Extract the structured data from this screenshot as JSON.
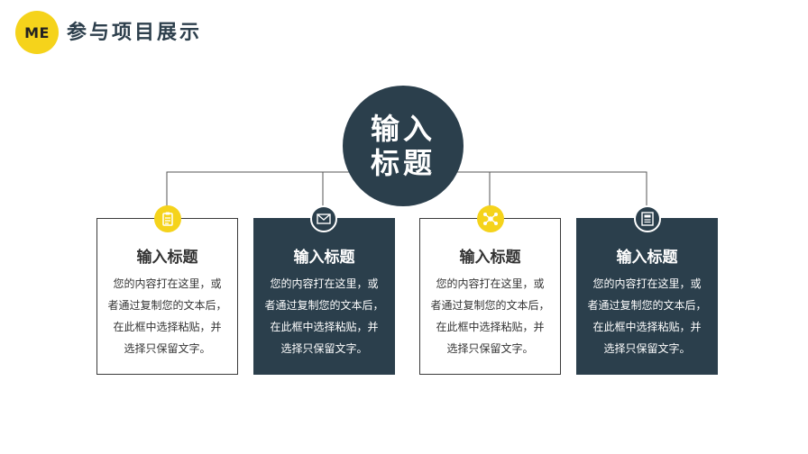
{
  "header": {
    "logo_text": "ME",
    "title": "参与项目展示"
  },
  "center": {
    "line1": "输入",
    "line2": "标题"
  },
  "cards": [
    {
      "title": "输入标题",
      "body": "您的内容打在这里，或\n者通过复制您的文本后，\n在此框中选择粘贴，并\n选择只保留文字。",
      "style": "light",
      "icon": "clipboard-icon"
    },
    {
      "title": "输入标题",
      "body": "您的内容打在这里，或\n者通过复制您的文本后，\n在此框中选择粘贴，并\n选择只保留文字。",
      "style": "dark",
      "icon": "envelope-icon"
    },
    {
      "title": "输入标题",
      "body": "您的内容打在这里，或\n者通过复制您的文本后，\n在此框中选择粘贴，并\n选择只保留文字。",
      "style": "light",
      "icon": "network-icon"
    },
    {
      "title": "输入标题",
      "body": "您的内容打在这里，或\n者通过复制您的文本后，\n在此框中选择粘贴，并\n选择只保留文字。",
      "style": "dark",
      "icon": "document-icon"
    }
  ],
  "colors": {
    "accent": "#f5d31b",
    "navy": "#2b3f4c"
  }
}
